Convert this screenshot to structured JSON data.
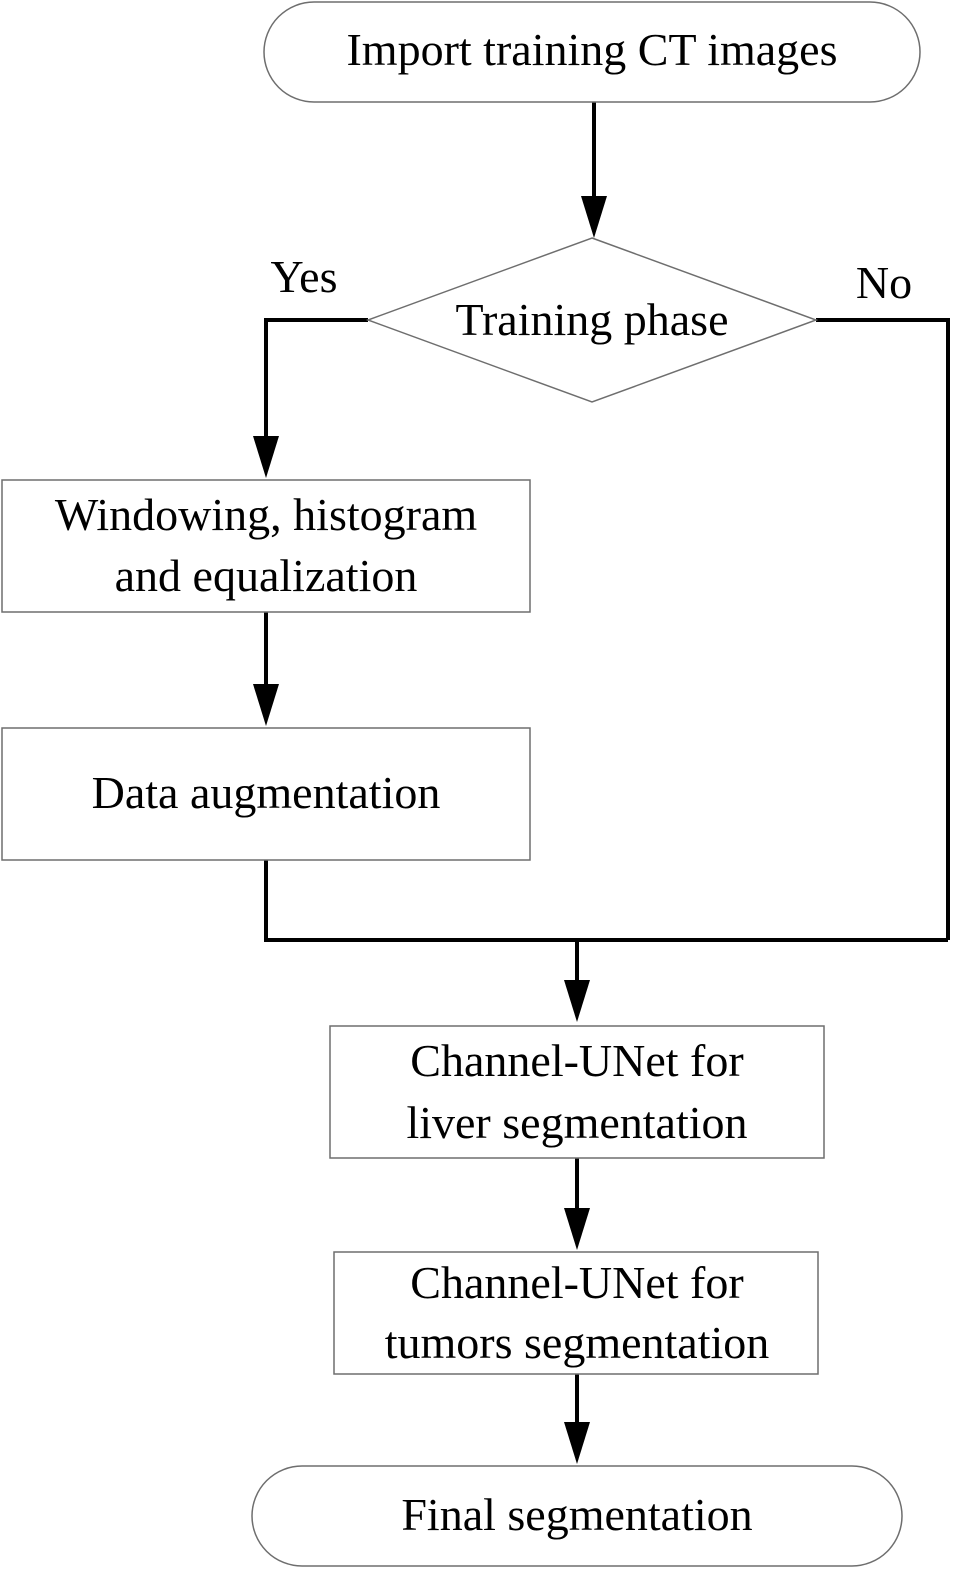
{
  "nodes": {
    "import": {
      "label": "Import training CT images"
    },
    "decision": {
      "label": "Training phase"
    },
    "windowing": {
      "line1": "Windowing, histogram",
      "line2": "and equalization"
    },
    "augmentation": {
      "label": "Data augmentation"
    },
    "liver": {
      "line1": "Channel-UNet for",
      "line2": "liver segmentation"
    },
    "tumors": {
      "line1": "Channel-UNet for",
      "line2": "tumors segmentation"
    },
    "final": {
      "label": "Final segmentation"
    }
  },
  "branches": {
    "yes": "Yes",
    "no": "No"
  },
  "colors": {
    "line": "#000000",
    "border": "#6e6e6e",
    "background": "#ffffff"
  }
}
